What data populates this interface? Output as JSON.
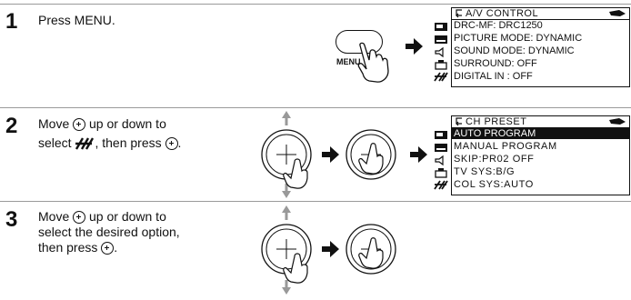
{
  "steps": [
    {
      "number": "1",
      "text": "Press MENU."
    },
    {
      "number": "2",
      "line1": "Move",
      "line1b": "up or down to",
      "line2a": "select",
      "line2b": ", then press",
      "line2c": "."
    },
    {
      "number": "3",
      "line1": "Move",
      "line1b": "up or down to",
      "line2": "select the desired option,",
      "line3": "then press",
      "line3b": "."
    }
  ],
  "menu_button_label": "MENU",
  "panels": [
    {
      "title": "A/V CONTROL",
      "items": [
        "DRC-MF: DRC1250",
        "PICTURE MODE: DYNAMIC",
        "SOUND MODE: DYNAMIC",
        "SURROUND: OFF",
        "DIGITAL IN : OFF"
      ]
    },
    {
      "title": "CH PRESET",
      "items": [
        "AUTO PROGRAM",
        "MANUAL PROGRAM",
        "SKIP:PR02 OFF",
        "TV SYS:B/G",
        "COL SYS:AUTO"
      ],
      "highlighted_index": 0
    }
  ],
  "icons": [
    "menu-button-icon",
    "arrow-right-icon",
    "joystick-icon",
    "hand-press-icon",
    "antenna-icon"
  ]
}
